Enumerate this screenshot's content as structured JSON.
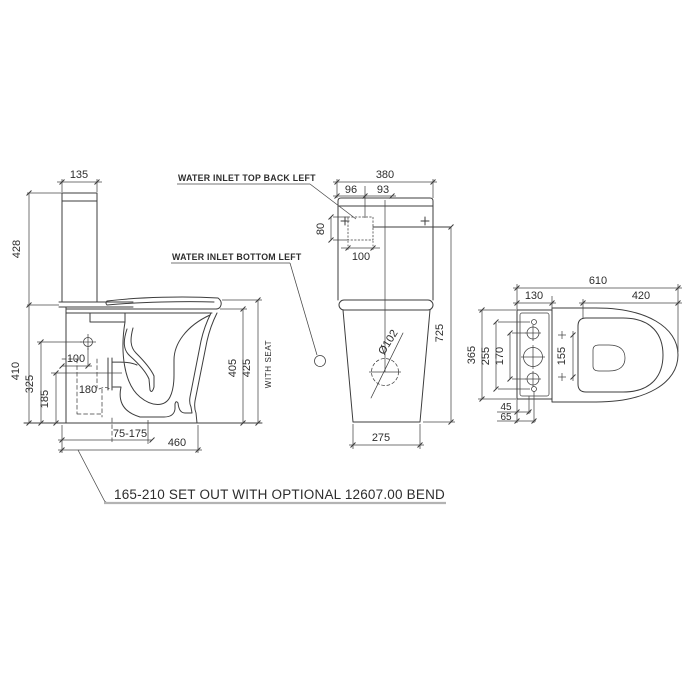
{
  "colors": {
    "line": "#3d3d3d",
    "background": "#ffffff",
    "note_underline": "#b3b3b3"
  },
  "annotations": {
    "water_inlet_top_back_left": "WATER INLET TOP BACK LEFT",
    "water_inlet_bottom_left": "WATER INLET BOTTOM LEFT",
    "note": "165-210 SET OUT WITH OPTIONAL 12607.00 BEND"
  },
  "side_view": {
    "dims": {
      "cistern_width": "135",
      "cistern_height": "428",
      "pan_height": "410",
      "inlet_bottom_height": "325",
      "outlet_centre_height": "185",
      "inlet_bottom_offset": "100",
      "outlet_offset": "180",
      "outlet_setout_range": "75-175",
      "overall_depth": "460",
      "rim_height": "405",
      "seat_height": "425",
      "seat_note": "WITH SEAT"
    }
  },
  "front_view": {
    "dims": {
      "cistern_width": "380",
      "inlet_offset_left": "96",
      "inlet_offset_centre": "93",
      "inlet_cutout_height": "80",
      "inlet_cutout_width": "100",
      "overall_height": "725",
      "outlet_diameter": "Ø102",
      "base_width": "275"
    }
  },
  "top_view": {
    "dims": {
      "overall_depth": "610",
      "cistern_depth": "130",
      "seat_depth": "420",
      "overall_width": "365",
      "fixing_holes_span": "255",
      "tap_holes_span": "170",
      "hinge_holes_span": "155",
      "offset_a": "45",
      "offset_b": "65"
    }
  }
}
